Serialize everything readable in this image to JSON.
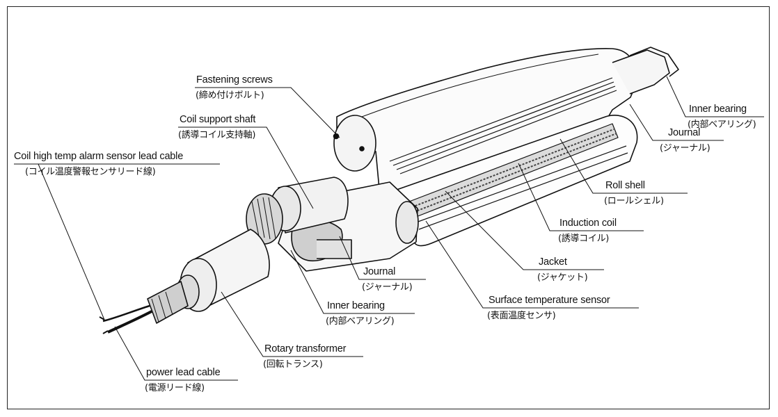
{
  "labels": {
    "fastening_screws": {
      "en": "Fastening screws",
      "jp": "(締め付けボルト)"
    },
    "inner_bearing_top": {
      "en": "Inner bearing",
      "jp": "(内部ベアリング)"
    },
    "journal_top": {
      "en": "Journal",
      "jp": "(ジャーナル)"
    },
    "coil_support_shaft": {
      "en": "Coil support shaft",
      "jp": "(誘導コイル支持軸)"
    },
    "coil_alarm_sensor_cable": {
      "en": "Coil high temp alarm sensor lead cable",
      "jp": "(コイル温度警報センサリード線)"
    },
    "roll_shell": {
      "en": "Roll shell",
      "jp": "(ロールシェル)"
    },
    "induction_coil": {
      "en": "Induction coil",
      "jp": "(誘導コイル)"
    },
    "jacket": {
      "en": "Jacket",
      "jp": "(ジャケット)"
    },
    "journal_bottom": {
      "en": "Journal",
      "jp": "(ジャーナル)"
    },
    "surface_temp_sensor": {
      "en": "Surface temperature sensor",
      "jp": "(表面温度センサ)"
    },
    "inner_bearing_bottom": {
      "en": "Inner bearing",
      "jp": "(内部ベアリング)"
    },
    "rotary_transformer": {
      "en": "Rotary transformer",
      "jp": "(回転トランス)"
    },
    "power_lead_cable": {
      "en": "power lead cable",
      "jp": "(電源リード線)"
    }
  }
}
